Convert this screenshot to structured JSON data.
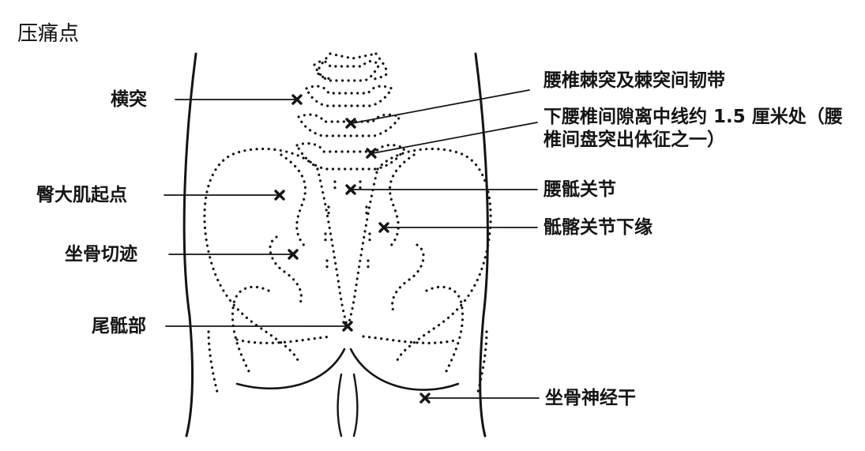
{
  "title": "压痛点",
  "labels": {
    "transverse_process": "横突",
    "gluteus_maximus_origin": "臀大肌起点",
    "sciatic_notch": "坐骨切迹",
    "sacrococcygeal": "尾骶部",
    "spinous_ligament": "腰椎棘突及棘突间韧带",
    "paravertebral": "下腰椎间隙离中线约 1.5 厘米处（腰椎间盘突出体征之一）",
    "lumbosacral_joint": "腰骶关节",
    "sacroiliac_lower_edge": "骶髂关节下缘",
    "sciatic_nerve": "坐骨神经干"
  },
  "colors": {
    "ink": "#141414",
    "background": "#ffffff"
  }
}
